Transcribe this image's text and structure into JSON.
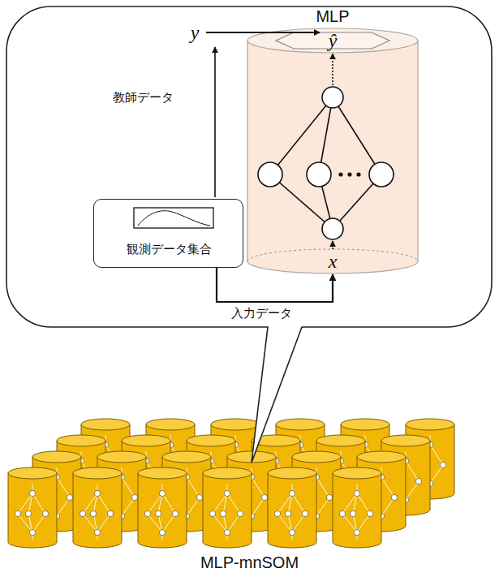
{
  "diagram": {
    "nodes": [
      {
        "text": []
      },
      {
        "text": [
          "MLP"
        ],
        "in": 0
      },
      {
        "text": [
          "観測データ集合"
        ],
        "in": 0
      },
      {
        "text": [
          "MLP-mnSOM"
        ]
      }
    ],
    "edges": [
      {
        "from": 2,
        "to": 1,
        "arrow": "to",
        "label": "入力データ"
      }
    ],
    "labels": [
      "y",
      "ŷ",
      "x",
      "教師データ"
    ]
  }
}
